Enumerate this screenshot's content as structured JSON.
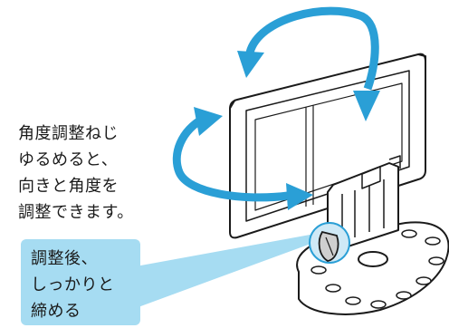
{
  "instruction": {
    "lines": [
      "角度調整ねじ",
      "ゆるめると、",
      "向きと角度を",
      "調整できます。"
    ]
  },
  "callout": {
    "lines": [
      "調整後、",
      "しっかりと",
      "締める"
    ]
  },
  "colors": {
    "arrow": "#2a9fd6",
    "callout_bg": "#a6dcf2",
    "outline": "#1a1a1a",
    "monitor_fill": "#ffffff",
    "screw_fill": "#cfcfcf"
  },
  "icons": [
    "rotate-vertical-arrow-icon",
    "rotate-horizontal-arrow-icon",
    "monitor-illustration",
    "stand-illustration",
    "angle-screw-icon"
  ]
}
